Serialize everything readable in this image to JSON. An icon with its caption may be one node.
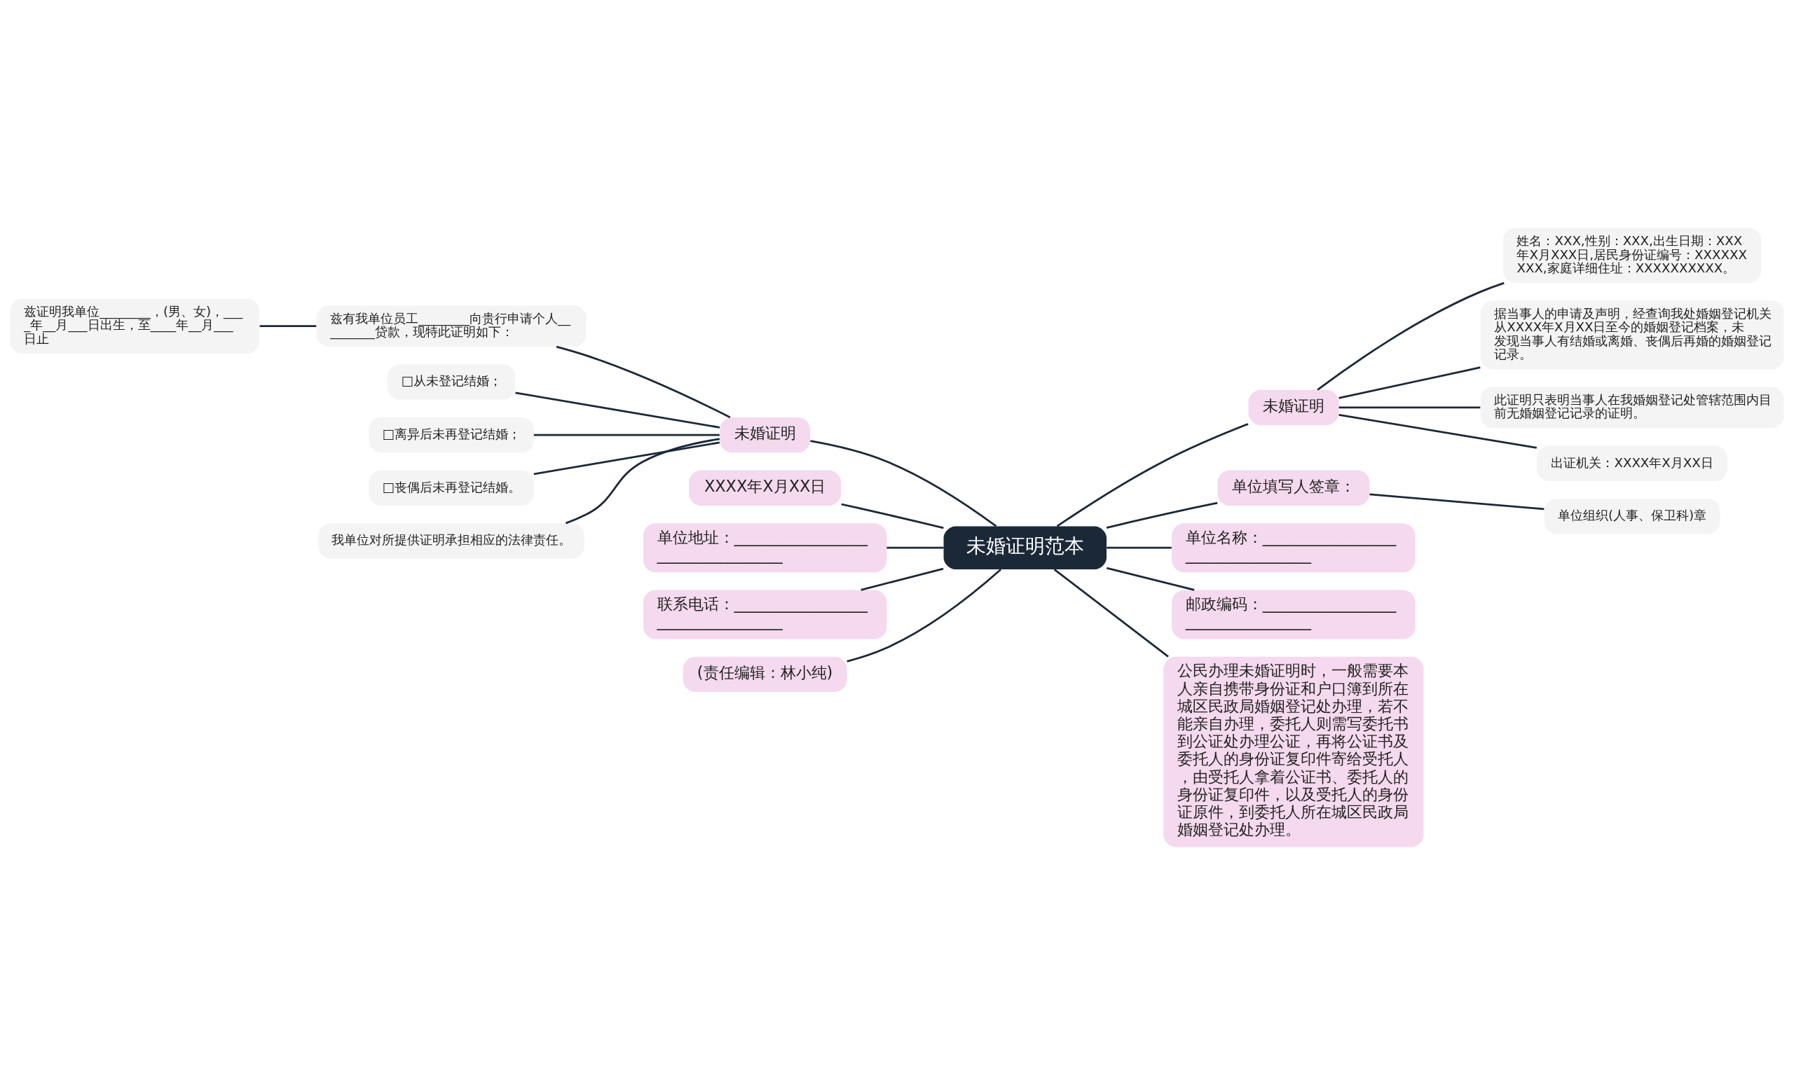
{
  "diagram": {
    "nodes": [
      {
        "text": [
          "未婚证明范本"
        ]
      },
      {
        "text": [
          "未婚证明"
        ]
      },
      {
        "text": [
          "姓名：XXX,性别：XXX,出生日期：XXX年X月XXX日,居民身份证编号：XXXXXXXXX,家庭详细住址：XXXXXXXXXX。"
        ]
      },
      {
        "text": [
          "据当事人的申请及声明，经查询我处婚姻登记机关从XXXX年X月XX日至今的婚姻登记档案，未发现当事人有结婚或离婚、丧偶后再婚的婚姻登记记录。"
        ]
      },
      {
        "text": [
          "此证明只表明当事人在我婚姻登记处管辖范围内目前无婚姻登记记录的证明。"
        ]
      },
      {
        "text": [
          "出证机关：XXXX年X月XX日"
        ]
      },
      {
        "text": [
          "单位填写人签章："
        ]
      },
      {
        "text": [
          "单位组织(人事、保卫科)章"
        ]
      },
      {
        "text": [
          "单位名称：_________________________________"
        ]
      },
      {
        "text": [
          "邮政编码：_________________________________"
        ]
      },
      {
        "text": [
          "公民办理未婚证明时，一般需要本人亲自携带身份证和户口簿到所在城区民政局婚姻登记处办理，若不能亲自办理，委托人则需写委托书到公证处办理公证，再将公证书及委托人的身份证复印件寄给受托人，由受托人拿着公证书、委托人的身份证复印件，以及受托人的身份证原件，到委托人所在城区民政局婚姻登记处办理。"
        ]
      },
      {
        "text": [
          "未婚证明"
        ]
      },
      {
        "text": [
          "兹有我单位员工________向贵行申请个人_________贷款，现特此证明如下："
        ]
      },
      {
        "text": [
          "兹证明我单位________，(男、女)，____年__月___日出生，至____年__月___日止"
        ]
      },
      {
        "text": [
          "□从未登记结婚；"
        ]
      },
      {
        "text": [
          "□离异后未再登记结婚；"
        ]
      },
      {
        "text": [
          "□丧偶后未再登记结婚。"
        ]
      },
      {
        "text": [
          "我单位对所提供证明承担相应的法律责任。"
        ]
      },
      {
        "text": [
          "XXXX年X月XX日"
        ]
      },
      {
        "text": [
          "单位地址：_________________________________"
        ]
      },
      {
        "text": [
          "联系电话：_________________________________"
        ]
      },
      {
        "text": [
          "(责任编辑：林小纯)"
        ]
      }
    ],
    "edges": [
      {
        "from": 0,
        "to": 1,
        "arrow": "none"
      },
      {
        "from": 1,
        "to": 2,
        "arrow": "none"
      },
      {
        "from": 1,
        "to": 3,
        "arrow": "none"
      },
      {
        "from": 1,
        "to": 4,
        "arrow": "none"
      },
      {
        "from": 1,
        "to": 5,
        "arrow": "none"
      },
      {
        "from": 0,
        "to": 6,
        "arrow": "none"
      },
      {
        "from": 6,
        "to": 7,
        "arrow": "none"
      },
      {
        "from": 0,
        "to": 8,
        "arrow": "none"
      },
      {
        "from": 0,
        "to": 9,
        "arrow": "none"
      },
      {
        "from": 0,
        "to": 10,
        "arrow": "none"
      },
      {
        "from": 0,
        "to": 11,
        "arrow": "none"
      },
      {
        "from": 11,
        "to": 12,
        "arrow": "none"
      },
      {
        "from": 12,
        "to": 13,
        "arrow": "none"
      },
      {
        "from": 11,
        "to": 14,
        "arrow": "none"
      },
      {
        "from": 11,
        "to": 15,
        "arrow": "none"
      },
      {
        "from": 11,
        "to": 16,
        "arrow": "none"
      },
      {
        "from": 11,
        "to": 17,
        "arrow": "none"
      },
      {
        "from": 0,
        "to": 18,
        "arrow": "none"
      },
      {
        "from": 0,
        "to": 19,
        "arrow": "none"
      },
      {
        "from": 0,
        "to": 20,
        "arrow": "none"
      },
      {
        "from": 0,
        "to": 21,
        "arrow": "none"
      }
    ]
  }
}
